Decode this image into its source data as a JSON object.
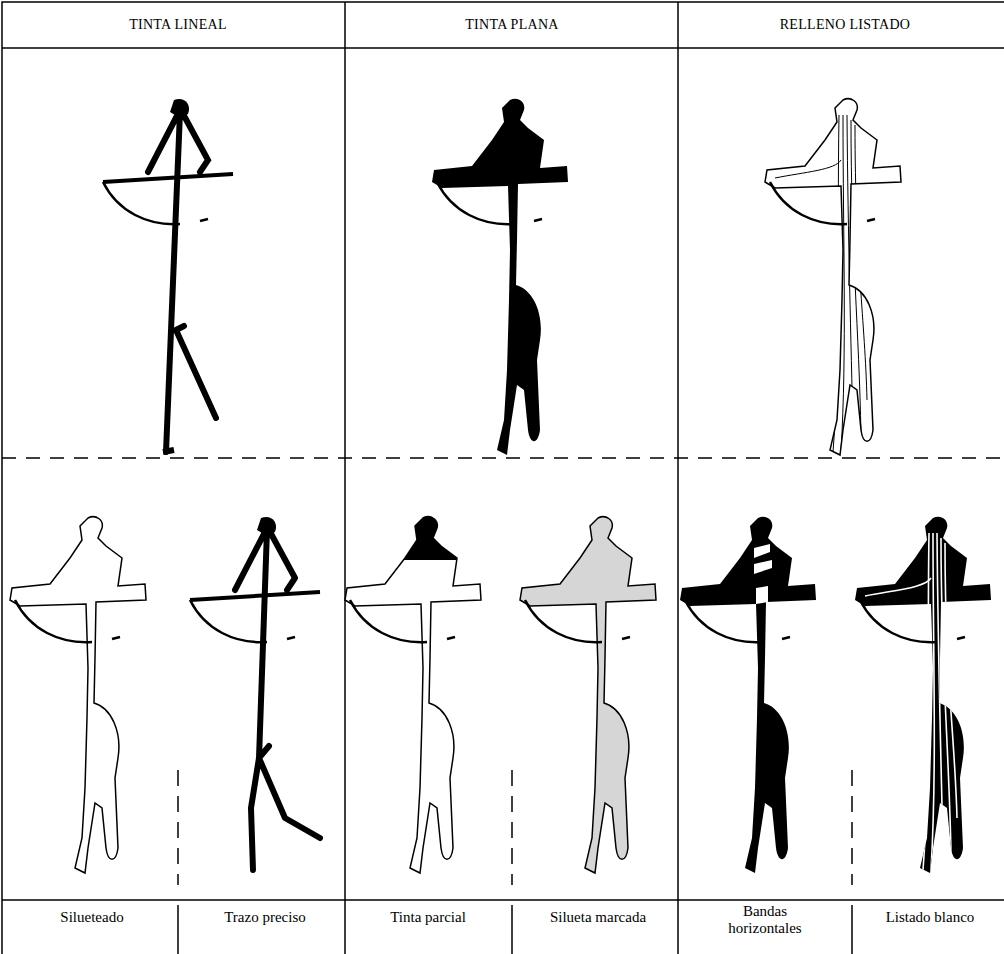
{
  "diagram": {
    "labels": [
      "TINTA LINEAL",
      "TINTA PLANA",
      "RELLENO LISTADO",
      "Silueteado",
      "Trazo preciso",
      "Tinta parcial",
      "Silueta marcada",
      "Bandas horizontales",
      "Listado blanco"
    ]
  }
}
